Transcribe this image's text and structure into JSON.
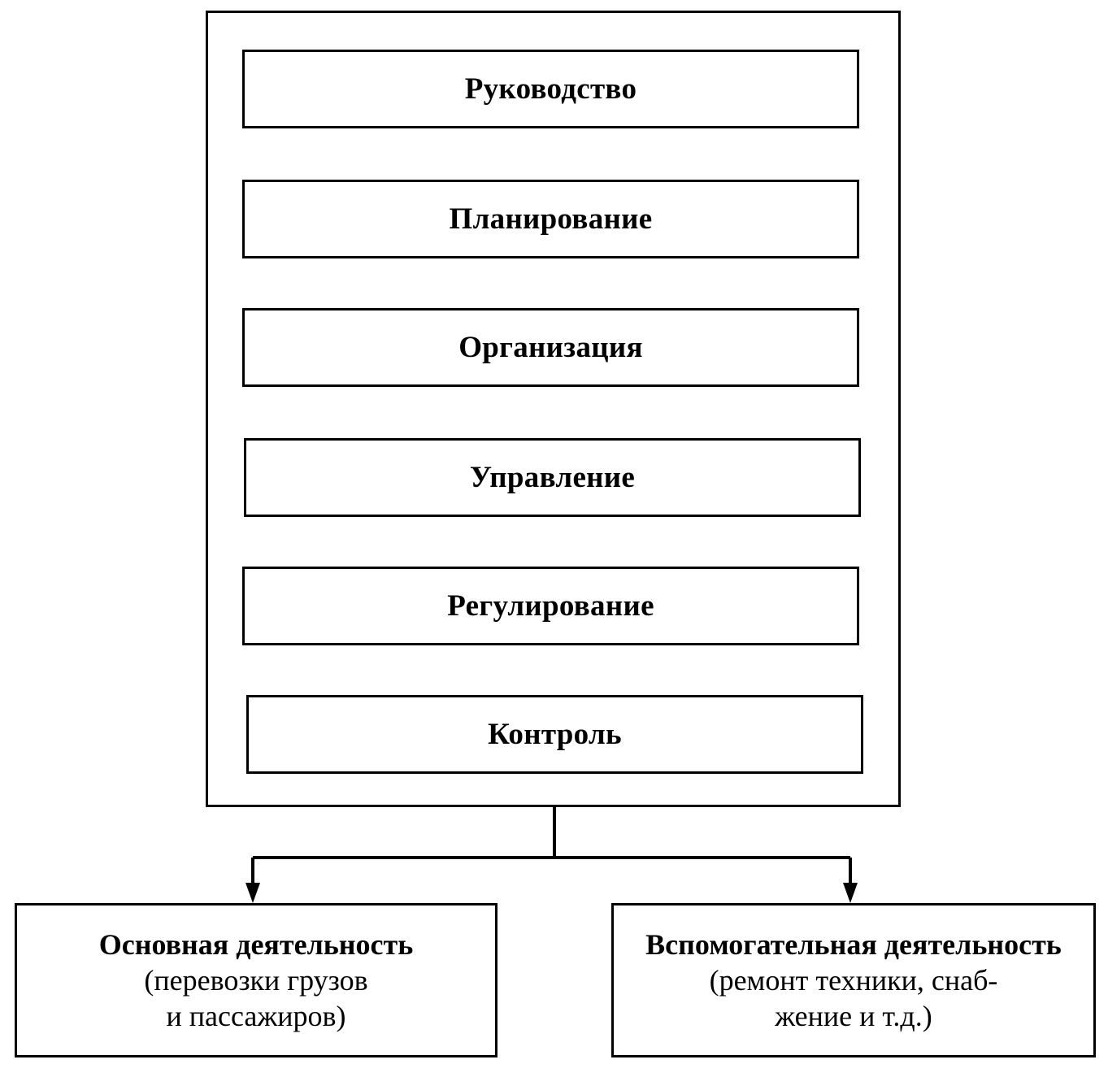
{
  "functions": [
    "Руководство",
    "Планирование",
    "Организация",
    "Управление",
    "Регулирование",
    "Контроль"
  ],
  "main_activity": {
    "title": "Основная деятельность",
    "line1": "(перевозки грузов",
    "line2": "и пассажиров)"
  },
  "auxiliary_activity": {
    "title": "Вспомогательная деятельность",
    "line1": "(ремонт техники, снаб-",
    "line2": "жение и т.д.)"
  }
}
